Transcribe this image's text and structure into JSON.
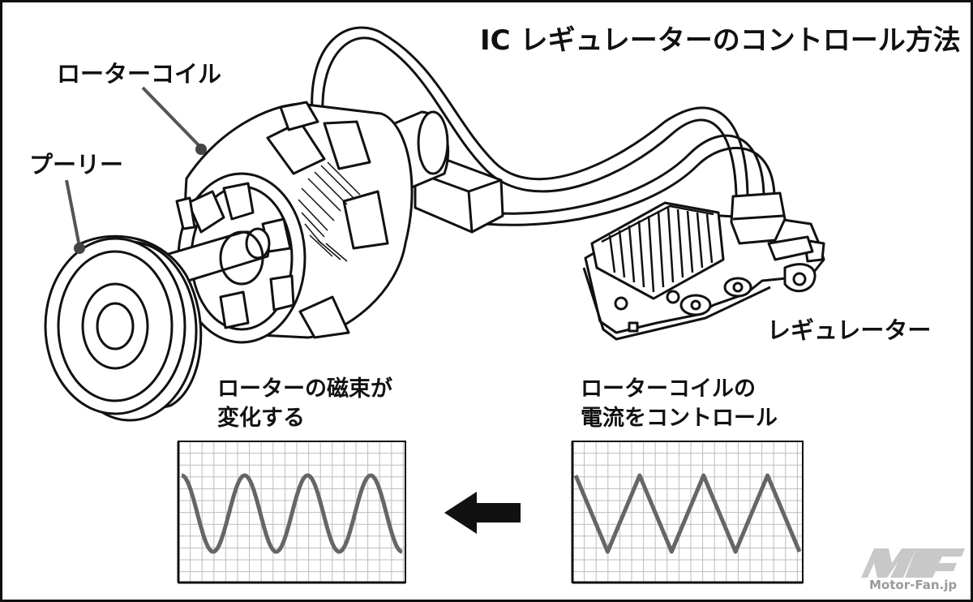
{
  "title": "IC レギュレーターのコントロール方法",
  "labels": {
    "rotor_coil": "ローターコイル",
    "pulley": "プーリー",
    "regulator": "レギュレーター"
  },
  "graphs": {
    "left_caption_line1": "ローターの磁束が",
    "left_caption_line2": "変化する",
    "right_caption_line1": "ローターコイルの",
    "right_caption_line2": "電流をコントロール",
    "left_wave": "sine",
    "right_wave": "triangle",
    "cycles": 3.5
  },
  "watermark": {
    "logo": "MF",
    "text": "Motor-Fan.jp"
  },
  "colors": {
    "line": "#111111",
    "wave": "#666666",
    "grid": "#bdbdbd",
    "watermark": "#c8c8c8"
  }
}
